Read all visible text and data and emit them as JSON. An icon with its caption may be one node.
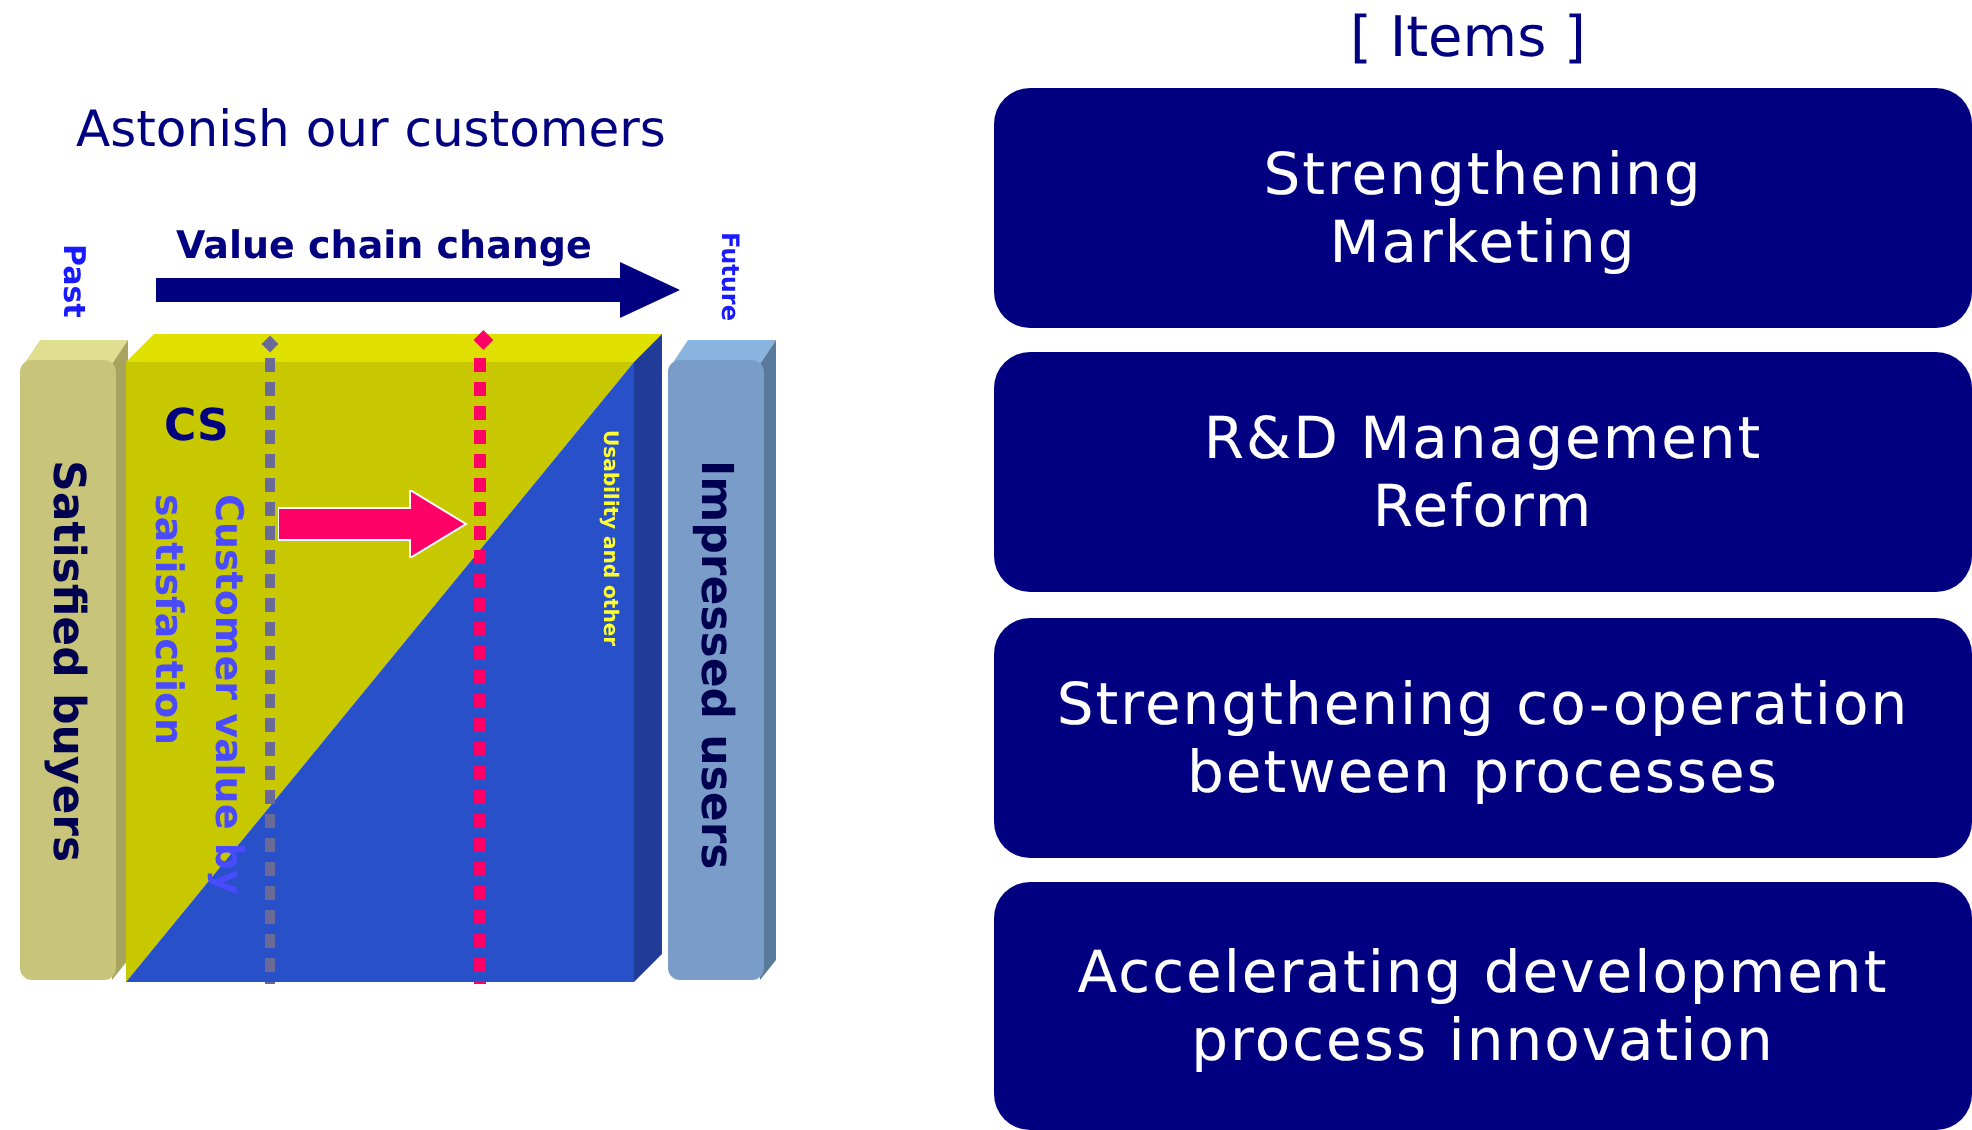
{
  "diagram": {
    "nodes": [
      {
        "text": [
          "Satisfied buyers"
        ]
      },
      {
        "text": [
          "CS",
          "Customer value by satisfaction",
          "Usability and other"
        ]
      },
      {
        "text": [
          "Impressed users"
        ]
      },
      {
        "text": [
          "Strengthening Marketing"
        ]
      },
      {
        "text": [
          "R&D Management Reform"
        ]
      },
      {
        "text": [
          "Strengthening co-operation between processes"
        ]
      },
      {
        "text": [
          "Accelerating development process innovation"
        ]
      }
    ],
    "labels": [
      "Astonish our customers",
      "Value chain change",
      "Past",
      "Future",
      "[ Items ]"
    ]
  }
}
